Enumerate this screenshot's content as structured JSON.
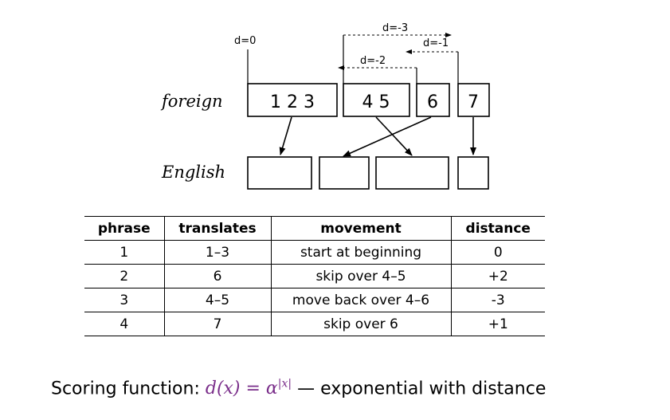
{
  "diagram": {
    "foreign_label": "foreign",
    "english_label": "English",
    "foreign_phrases": [
      "1 2 3",
      "4 5",
      "6",
      "7"
    ],
    "distance_labels": [
      "d=0",
      "d=-3",
      "d=-1",
      "d=-2"
    ]
  },
  "table": {
    "headers": [
      "phrase",
      "translates",
      "movement",
      "distance"
    ],
    "rows": [
      [
        "1",
        "1–3",
        "start at beginning",
        "0"
      ],
      [
        "2",
        "6",
        "skip over 4–5",
        "+2"
      ],
      [
        "3",
        "4–5",
        "move back over 4–6",
        "-3"
      ],
      [
        "4",
        "7",
        "skip over 6",
        "+1"
      ]
    ]
  },
  "scoring": {
    "prefix": "Scoring function: ",
    "formula_lhs": "d(x) = α",
    "formula_exp": "|x|",
    "suffix": " — exponential with distance"
  }
}
